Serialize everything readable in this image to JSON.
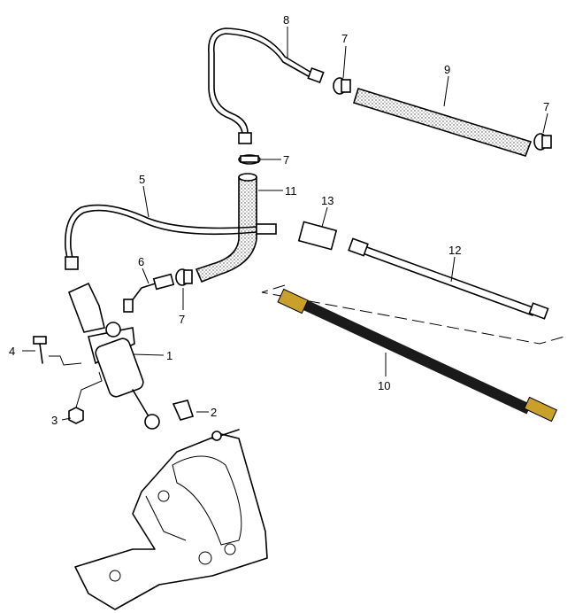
{
  "callouts": [
    "8",
    "7",
    "9",
    "7",
    "7",
    "11",
    "5",
    "13",
    "12",
    "6",
    "7",
    "1",
    "4",
    "10",
    "3",
    "2"
  ],
  "colors": {
    "hose": "#1a1a1a",
    "fitting": "#c9a02a"
  }
}
